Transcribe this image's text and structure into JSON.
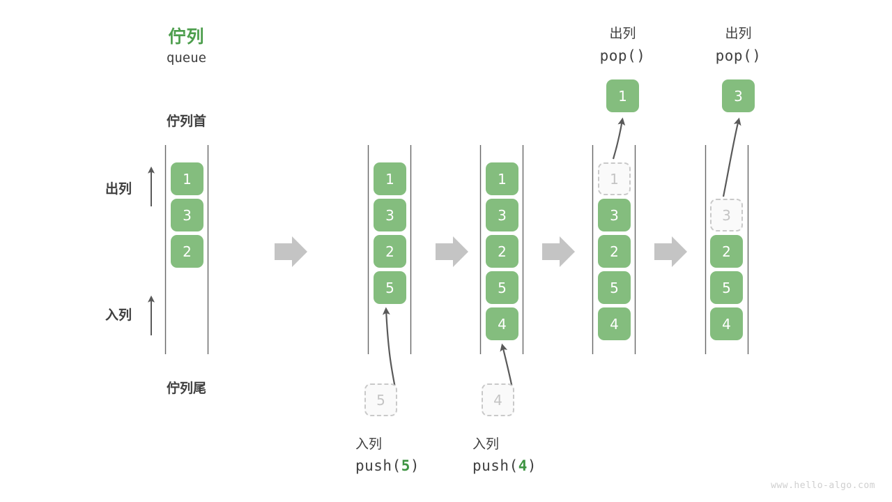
{
  "page": {
    "watermark": "www.hello-algo.com",
    "accent_green": "#4d9e4d",
    "cell_green": "#84bd7e",
    "ghost_gray": "#c4c4c4",
    "rail_gray": "#666666",
    "arrow_gray": "#595959",
    "separator_gray": "#c4c4c4"
  },
  "header": {
    "title_cn": "佇列",
    "title_code": "queue",
    "head_label": "佇列首",
    "tail_label": "佇列尾",
    "dequeue_label": "出列",
    "enqueue_label": "入列"
  },
  "columns": [
    {
      "id": "initial",
      "cells": [
        {
          "value": "1",
          "state": "filled"
        },
        {
          "value": "3",
          "state": "filled"
        },
        {
          "value": "2",
          "state": "filled"
        }
      ]
    },
    {
      "id": "after-push-5",
      "cells": [
        {
          "value": "1",
          "state": "filled"
        },
        {
          "value": "3",
          "state": "filled"
        },
        {
          "value": "2",
          "state": "filled"
        },
        {
          "value": "5",
          "state": "filled"
        }
      ],
      "incoming": {
        "value": "5",
        "state": "ghost"
      },
      "caption_cn": "入列",
      "caption_code_prefix": "push(",
      "caption_code_arg": "5",
      "caption_code_suffix": ")"
    },
    {
      "id": "after-push-4",
      "cells": [
        {
          "value": "1",
          "state": "filled"
        },
        {
          "value": "3",
          "state": "filled"
        },
        {
          "value": "2",
          "state": "filled"
        },
        {
          "value": "5",
          "state": "filled"
        },
        {
          "value": "4",
          "state": "filled"
        }
      ],
      "incoming": {
        "value": "4",
        "state": "ghost"
      },
      "caption_cn": "入列",
      "caption_code_prefix": "push(",
      "caption_code_arg": "4",
      "caption_code_suffix": ")"
    },
    {
      "id": "after-pop-1",
      "cells": [
        {
          "value": "1",
          "state": "ghost"
        },
        {
          "value": "3",
          "state": "filled"
        },
        {
          "value": "2",
          "state": "filled"
        },
        {
          "value": "5",
          "state": "filled"
        },
        {
          "value": "4",
          "state": "filled"
        }
      ],
      "popped": {
        "value": "1",
        "state": "filled"
      },
      "header_cn": "出列",
      "header_code": "pop()"
    },
    {
      "id": "after-pop-3",
      "cells": [
        {
          "value": "",
          "state": "empty"
        },
        {
          "value": "3",
          "state": "ghost"
        },
        {
          "value": "2",
          "state": "filled"
        },
        {
          "value": "5",
          "state": "filled"
        },
        {
          "value": "4",
          "state": "filled"
        }
      ],
      "popped": {
        "value": "3",
        "state": "filled"
      },
      "header_cn": "出列",
      "header_code": "pop()"
    }
  ],
  "separators": [
    {
      "name": "step-arrow-1"
    },
    {
      "name": "step-arrow-2"
    },
    {
      "name": "step-arrow-3"
    },
    {
      "name": "step-arrow-4"
    }
  ]
}
